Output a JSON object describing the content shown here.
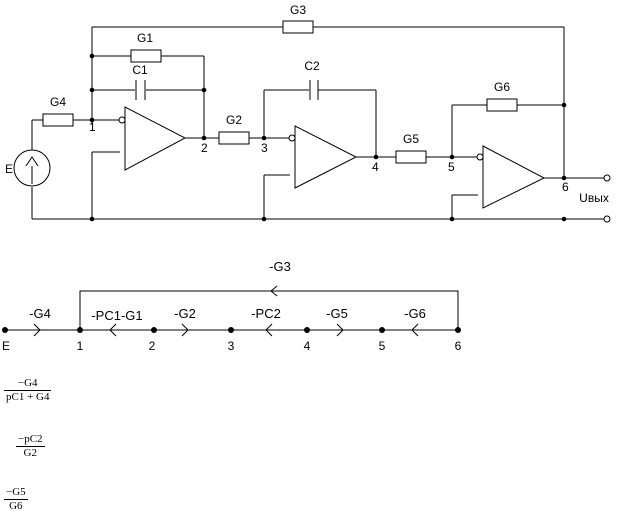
{
  "circuit": {
    "components": {
      "g1": "G1",
      "g2": "G2",
      "g3": "G3",
      "g4": "G4",
      "g5": "G5",
      "g6": "G6",
      "c1": "C1",
      "c2": "C2"
    },
    "source_label": "E",
    "nodes": [
      "1",
      "2",
      "3",
      "4",
      "5",
      "6"
    ],
    "output_label": "Uвых"
  },
  "graph": {
    "feedback_label": "-G3",
    "nodes": [
      "E",
      "1",
      "2",
      "3",
      "4",
      "5",
      "6"
    ],
    "branches": [
      "-G4",
      "-PC1-G1",
      "-G2",
      "-PC2",
      "-G5",
      "-G6"
    ]
  },
  "formulas": [
    {
      "num": "−G4",
      "den": "pC1 + G4"
    },
    {
      "num": "−pC2",
      "den": "G2"
    },
    {
      "num": "−G5",
      "den": "G6"
    }
  ]
}
